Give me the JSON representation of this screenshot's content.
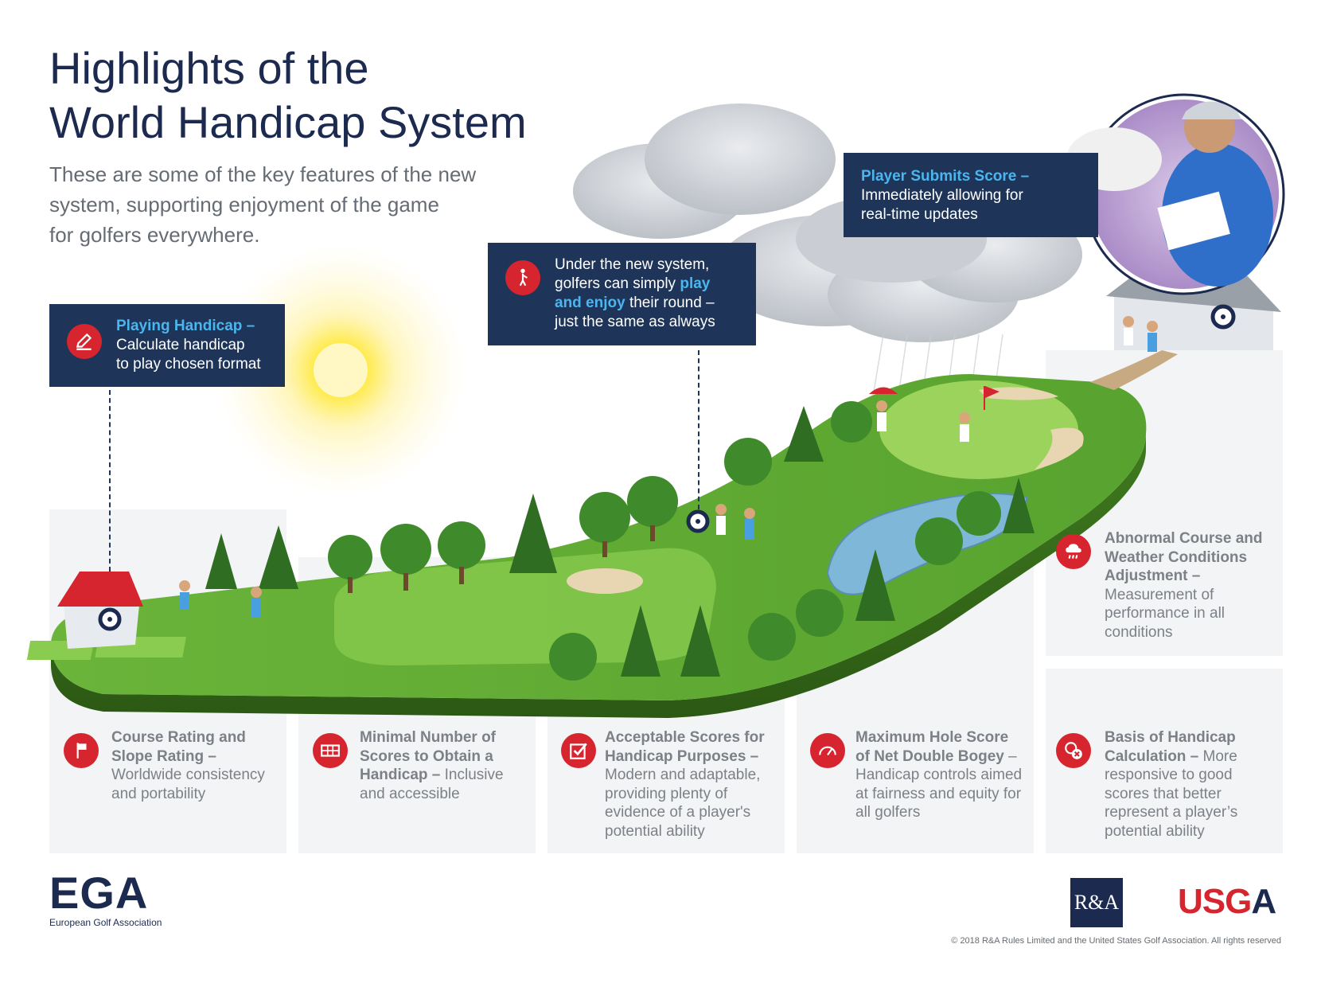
{
  "header": {
    "title_line1": "Highlights of the",
    "title_line2": "World Handicap System",
    "intro_line1": "These are some of the key features of the new",
    "intro_line2": "system, supporting enjoyment of the game",
    "intro_line3": "for golfers everywhere."
  },
  "callouts": {
    "playing": {
      "title": "Playing Handicap –",
      "line1": "Calculate handicap",
      "line2": "to play chosen format",
      "icon": "pencil-icon"
    },
    "play_enjoy": {
      "pre1": "Under the new system,",
      "pre2": "golfers can simply ",
      "hl1": "play",
      "hl2": "and enjoy",
      "post": " their round –",
      "line4": "just the same as always",
      "icon": "golfer-icon"
    },
    "submit": {
      "title": "Player Submits Score –",
      "line1": "Immediately allowing for",
      "line2": "real-time updates"
    }
  },
  "abnormal": {
    "title": "Abnormal Course and Weather Conditions Adjustment –",
    "desc": "Measurement of performance in all conditions",
    "icon": "rain-cloud-icon"
  },
  "features": [
    {
      "title": "Course Rating and Slope Rating –",
      "desc": "Worldwide consistency and portability",
      "icon": "flag-icon"
    },
    {
      "title": "Minimal Number of Scores to Obtain a Handicap –",
      "desc": "Inclusive and accessible",
      "icon": "scorecard-icon"
    },
    {
      "title": "Acceptable Scores for Handicap Purposes –",
      "desc": "Modern and adaptable, providing plenty of evidence of a player's potential ability",
      "icon": "checkbox-icon"
    },
    {
      "title": "Maximum Hole Score of Net Double Bogey",
      "desc": "– Handicap controls aimed at fairness and equity for all golfers",
      "icon": "gauge-icon"
    },
    {
      "title": "Basis of Handicap Calculation –",
      "desc": "More responsive to good scores that better represent a player’s potential ability",
      "icon": "calculation-icon"
    }
  ],
  "logos": {
    "ega": "EGA",
    "ega_sub": "European Golf Association",
    "ra": "R&A",
    "usga_us": "US",
    "usga_g": "G",
    "usga_a": "A"
  },
  "copyright": "© 2018 R&A Rules Limited and the United States Golf Association. All rights reserved",
  "colors": {
    "navy": "#1e3458",
    "red": "#d7252f",
    "accent_blue": "#4ab6ef",
    "grass": "#5aa62f"
  }
}
